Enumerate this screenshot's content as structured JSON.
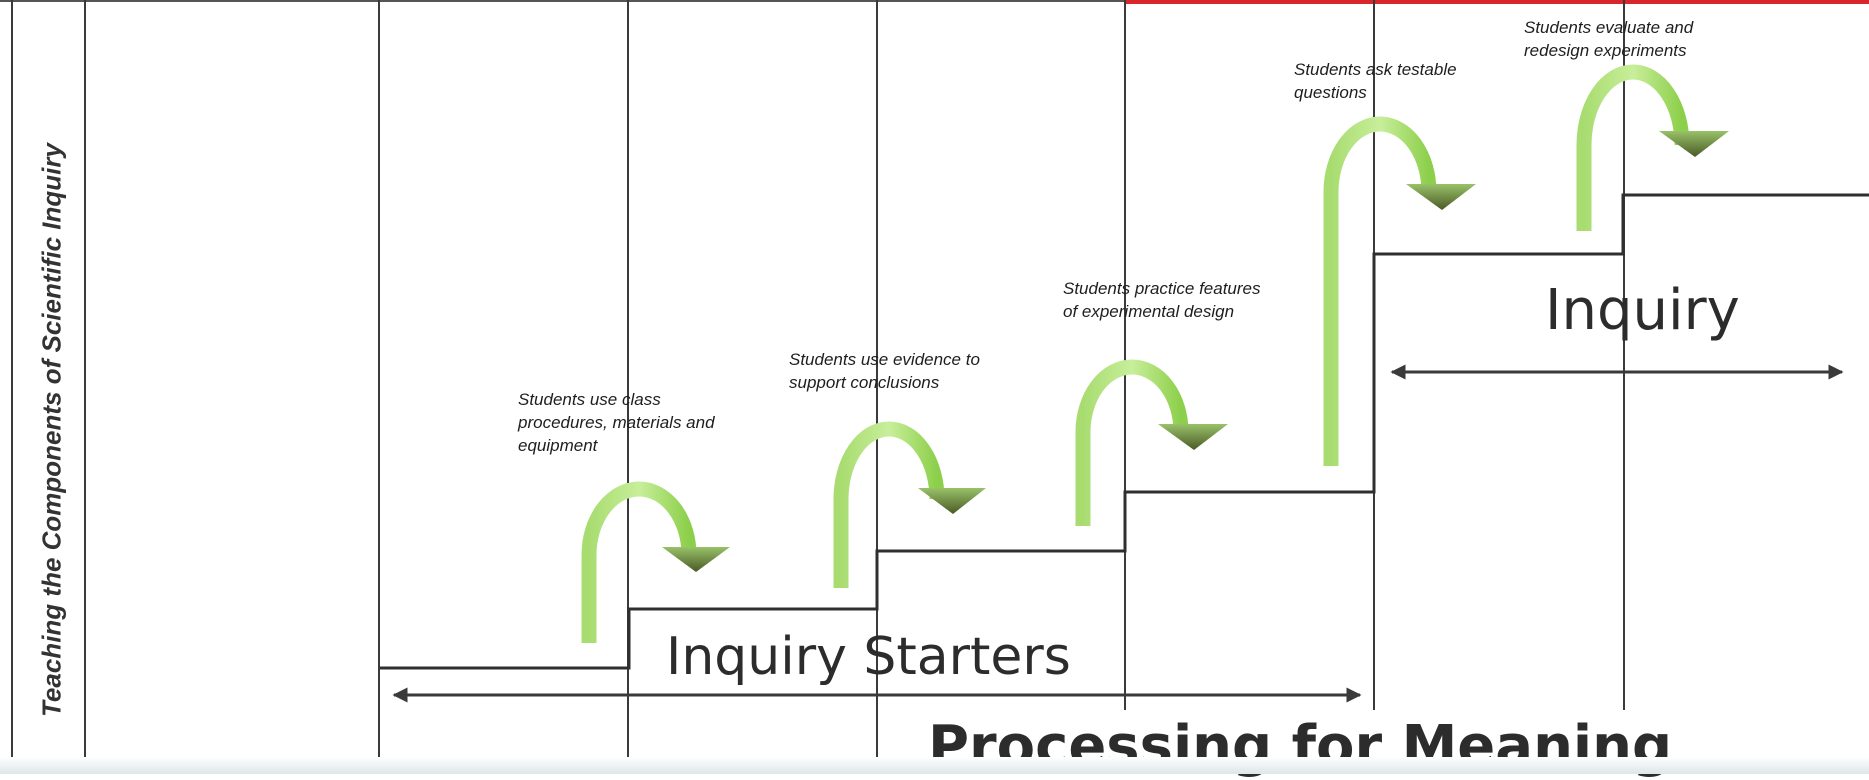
{
  "side_title": "Teaching the Components of Scientific Inquiry",
  "steps": [
    {
      "text": "Students use class procedures, materials and equipment"
    },
    {
      "text": "Students use evidence to support conclusions"
    },
    {
      "text": "Students practice features of experimental design"
    },
    {
      "text": "Students ask testable questions"
    },
    {
      "text": "Students evaluate and redesign experiments"
    }
  ],
  "labels": {
    "inquiry_starters": "Inquiry Starters",
    "inquiry": "Inquiry",
    "processing": "Processing for Meaning"
  },
  "colors": {
    "arrow_green_light": "#b9e48a",
    "arrow_green": "#8ccf4a",
    "arrow_head_dark": "#5a6e2c",
    "accent_red": "#d8262a"
  }
}
